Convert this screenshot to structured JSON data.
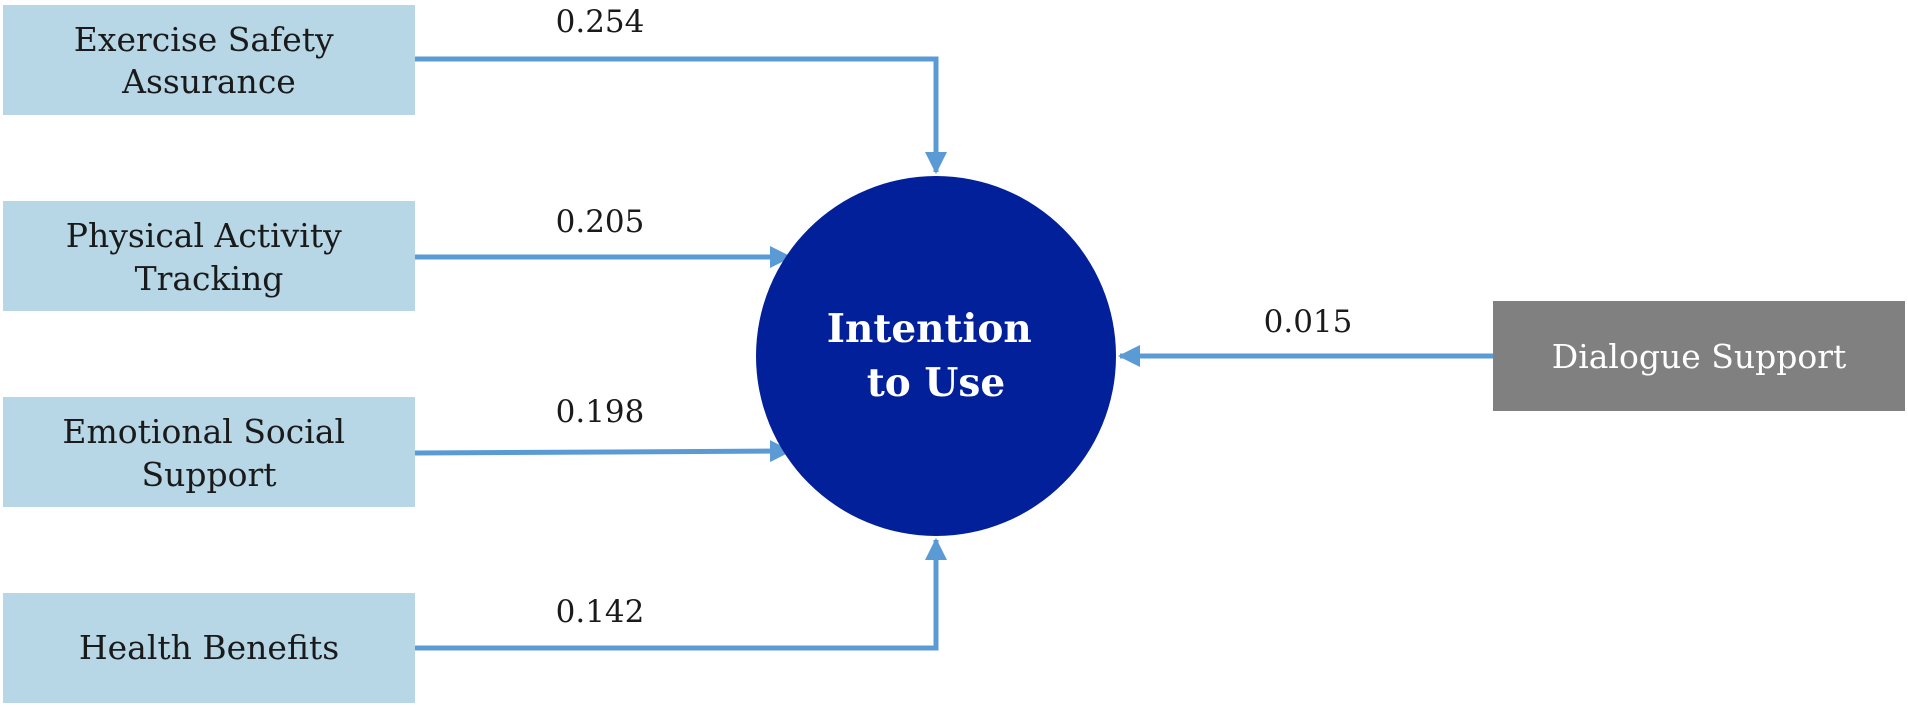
{
  "predictors": [
    {
      "id": "exercise-safety",
      "lines": [
        "Exercise Safety",
        "Assurance"
      ],
      "coefficient": "0.254"
    },
    {
      "id": "physical-activity",
      "lines": [
        "Physical Activity",
        "Tracking"
      ],
      "coefficient": "0.205"
    },
    {
      "id": "emotional-social",
      "lines": [
        "Emotional Social",
        "Support"
      ],
      "coefficient": "0.198"
    },
    {
      "id": "health-benefits",
      "lines": [
        "Health Benefits"
      ],
      "coefficient": "0.142"
    }
  ],
  "right_predictor": {
    "label": "Dialogue Support",
    "coefficient": "0.015"
  },
  "outcome": {
    "lines": [
      "Intention",
      "to Use"
    ]
  },
  "colors": {
    "predictor_box": "#b7d7e6",
    "right_box": "#808080",
    "outcome_circle": "#02209a",
    "arrow": "#5b9bd5"
  }
}
